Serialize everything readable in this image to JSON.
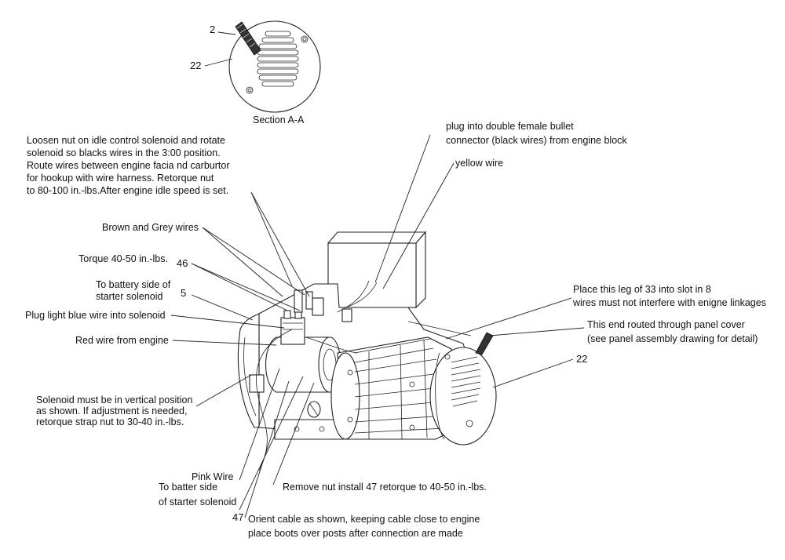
{
  "section": {
    "title": "Section A-A",
    "callout_2": "2",
    "callout_22": "22"
  },
  "callouts": {
    "c46": "46",
    "c5": "5",
    "c22": "22",
    "c47": "47"
  },
  "notes": {
    "idle_solenoid": [
      "Loosen nut on idle control solenoid and rotate",
      "solenoid so blacks wires in the 3:00 position.",
      "Route wires between engine facia nd carburtor",
      "for hookup with wire harness. Retorque nut",
      "to 80-100 in.-lbs.After engine idle speed is set."
    ],
    "bullet_connector": [
      "plug into double female bullet",
      "connector (black wires) from engine block"
    ],
    "yellow_wire": "yellow wire",
    "brown_grey": "Brown and Grey wires",
    "torque": "Torque 40-50 in.-lbs.",
    "battery_side": [
      "To battery side of",
      "starter solenoid"
    ],
    "light_blue": "Plug light blue wire into solenoid",
    "red_wire": "Red wire from engine",
    "solenoid_vertical": [
      "Solenoid must be in vertical position",
      "as shown. If adjustment is needed,",
      "retorque strap nut to 30-40 in.-lbs."
    ],
    "pink_wire": "Pink Wire",
    "batter_side": [
      "To batter side",
      "of starter solenoid"
    ],
    "remove_nut": "Remove nut install 47 retorque to 40-50 in.-lbs.",
    "orient_cable": [
      "Orient cable as shown, keeping cable close to engine",
      "place boots over posts after connection are made"
    ],
    "place_leg": [
      "Place this leg of 33 into slot in 8",
      "wires must not interfere with enigne linkages"
    ],
    "panel_cover": [
      "This end routed through panel cover",
      "(see panel assembly drawing for detail)"
    ]
  }
}
